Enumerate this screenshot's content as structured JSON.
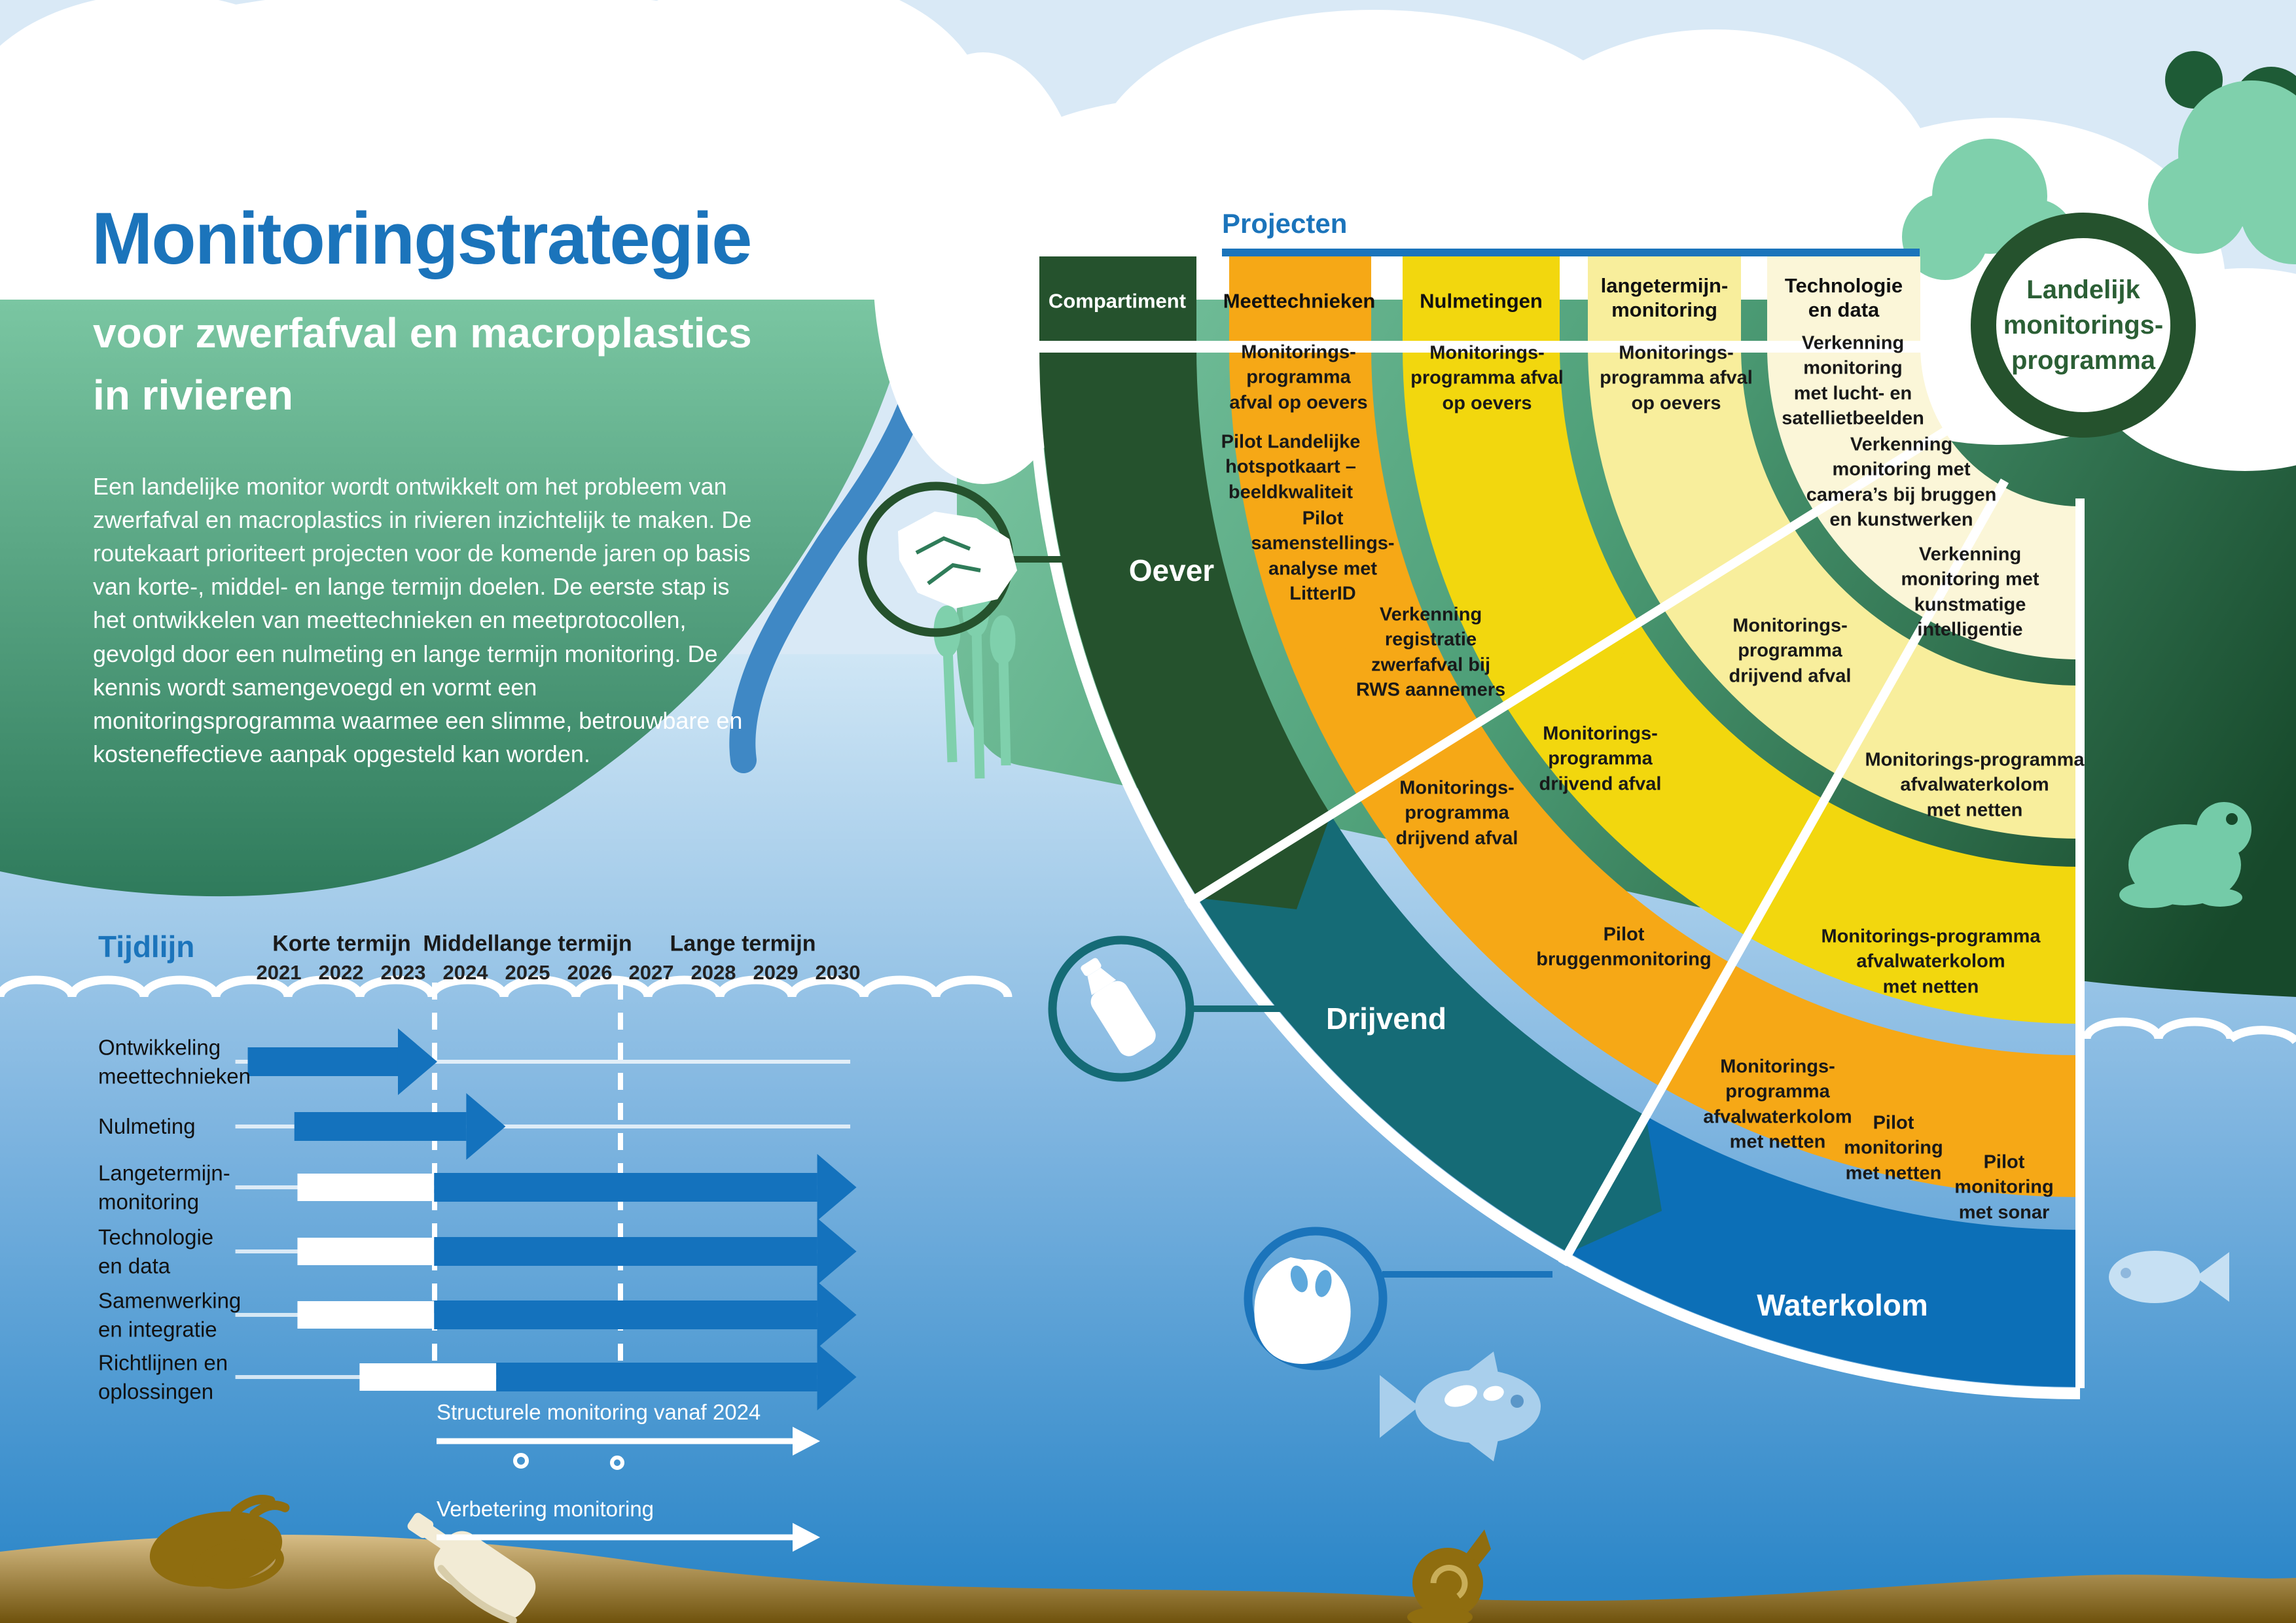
{
  "palette": {
    "accent_blue": "#1b74bb",
    "dark_green": "#25522d",
    "teal": "#156b76",
    "water_blue": "#0c6fb7",
    "orange": "#f6a816",
    "yellow": "#f2d70e",
    "light_yellow": "#f8ee9c",
    "lightest_yellow": "#fbf6d8",
    "hill_green": "#4e9f78",
    "sand": "#8f6d0f"
  },
  "header": {
    "title": "Monitoringstrategie",
    "subtitle": [
      "voor zwerfafval en macroplastics",
      "in rivieren"
    ],
    "intro": "Een landelijke monitor wordt ontwikkelt om het probleem van zwerfafval en macroplastics in rivieren inzichtelijk te maken. De routekaart prioriteert projecten voor de komende jaren op basis van korte-, middel- en lange termijn doelen. De eerste stap is het ontwikkelen van meettechnieken en meetprotocollen, gevolgd door een nulmeting en lange termijn monitoring. De kennis wordt samengevoegd en vormt een monitoringsprogramma waarmee een slimme, betrouwbare en kosteneffectieve aanpak opgesteld kan worden."
  },
  "projects": {
    "heading": "Projecten",
    "columns": [
      "Compartiment",
      "Meettechnieken",
      "Nulmetingen",
      "langetermijn-\nmonitoring",
      "Technologie\nen data"
    ],
    "compartments": [
      "Oever",
      "Drijvend",
      "Waterkolom"
    ],
    "center_label": "Landelijk\nmonitorings-\nprogramma",
    "meettechnieken": {
      "oever": [
        "Monitorings-\nprogramma\nafval op oevers",
        "Pilot Landelijke\nhotspotkaart –\nbeeldkwaliteit",
        "Pilot\nsamenstellings-\nanalyse met\nLitterID",
        "Verkenning\nregistratie\nzwerfafval bij\nRWS aannemers"
      ],
      "drijvend": [
        "Monitorings-\nprogramma\ndrijvend afval",
        "Pilot\nbruggenmonitoring"
      ],
      "waterkolom": [
        "Monitorings-\nprogramma\nafvalwaterkolom\nmet netten",
        "Pilot\nmonitoring\nmet netten",
        "Pilot\nmonitoring\nmet sonar"
      ]
    },
    "nulmetingen": {
      "oever": [
        "Monitorings-\nprogramma afval\nop oevers"
      ],
      "drijvend": [
        "Monitorings-\nprogramma\ndrijvend afval"
      ],
      "waterkolom": [
        "Monitorings-programma\nafvalwaterkolom\nmet netten"
      ]
    },
    "langetermijn": {
      "oever": [
        "Monitorings-\nprogramma afval\nop oevers"
      ],
      "drijvend": [
        "Monitorings-\nprogramma\ndrijvend afval"
      ],
      "waterkolom": [
        "Monitorings-programma\nafvalwaterkolom\nmet netten"
      ]
    },
    "technologie": {
      "oever": [
        "Verkenning\nmonitoring\nmet lucht- en\nsatellietbeelden"
      ],
      "drijvend": [
        "Verkenning\nmonitoring met\ncamera’s bij bruggen\nen kunstwerken"
      ],
      "waterkolom": [
        "Verkenning\nmonitoring met\nkunstmatige\nintelligentie"
      ]
    }
  },
  "timeline": {
    "heading": "Tijdlijn",
    "terms": [
      "Korte termijn",
      "Middellange termijn",
      "Lange termijn"
    ],
    "years": [
      "2021",
      "2022",
      "2023",
      "2024",
      "2025",
      "2026",
      "2027",
      "2028",
      "2029",
      "2030"
    ],
    "rows": [
      "Ontwikkeling\nmeettechnieken",
      "Nulmeting",
      "Langetermijn-\nmonitoring",
      "Technologie\nen data",
      "Samenwerking\nen integratie",
      "Richtlijnen en\noplossingen"
    ],
    "footer": [
      "Structurele monitoring vanaf 2024",
      "Verbetering monitoring"
    ]
  },
  "chart_data": [
    {
      "type": "gantt",
      "title": "Tijdlijn",
      "x": [
        2021,
        2022,
        2023,
        2024,
        2025,
        2026,
        2027,
        2028,
        2029,
        2030
      ],
      "period_groups": [
        {
          "label": "Korte termijn",
          "span": [
            2021,
            2023
          ]
        },
        {
          "label": "Middellange termijn",
          "span": [
            2024,
            2026
          ]
        },
        {
          "label": "Lange termijn",
          "span": [
            2027,
            2030
          ]
        }
      ],
      "rows": [
        {
          "label": "Ontwikkeling meettechnieken",
          "segments": [
            {
              "kind": "baseline",
              "from": 2020.3,
              "to": 2030.2
            },
            {
              "kind": "arrow",
              "from": 2020.5,
              "to": 2023.55
            }
          ]
        },
        {
          "label": "Nulmeting",
          "segments": [
            {
              "kind": "baseline",
              "from": 2020.3,
              "to": 2030.2
            },
            {
              "kind": "arrow",
              "from": 2021.25,
              "to": 2024.65
            }
          ]
        },
        {
          "label": "Langetermijn-monitoring",
          "segments": [
            {
              "kind": "baseline",
              "from": 2020.3,
              "to": 2030.2
            },
            {
              "kind": "whitebar",
              "from": 2021.3,
              "to": 2023.5
            },
            {
              "kind": "arrow",
              "from": 2023.5,
              "to": 2030.3
            }
          ]
        },
        {
          "label": "Technologie en data",
          "segments": [
            {
              "kind": "baseline",
              "from": 2020.3,
              "to": 2030.2
            },
            {
              "kind": "whitebar",
              "from": 2021.3,
              "to": 2023.5
            },
            {
              "kind": "arrow",
              "from": 2023.5,
              "to": 2030.3
            }
          ]
        },
        {
          "label": "Samenwerking en integratie",
          "segments": [
            {
              "kind": "baseline",
              "from": 2020.3,
              "to": 2030.2
            },
            {
              "kind": "whitebar",
              "from": 2021.3,
              "to": 2023.5
            },
            {
              "kind": "arrow",
              "from": 2023.5,
              "to": 2030.3
            }
          ]
        },
        {
          "label": "Richtlijnen en oplossingen",
          "segments": [
            {
              "kind": "baseline",
              "from": 2020.3,
              "to": 2030.2
            },
            {
              "kind": "whitebar",
              "from": 2022.3,
              "to": 2024.5
            },
            {
              "kind": "arrow",
              "from": 2024.5,
              "to": 2030.3
            }
          ]
        }
      ],
      "annotations": [
        "Structurele monitoring vanaf 2024",
        "Verbetering monitoring"
      ]
    },
    {
      "type": "table",
      "title": "Projecten",
      "columns": [
        "Compartiment",
        "Meettechnieken",
        "Nulmetingen",
        "langetermijn-monitoring",
        "Technologie en data"
      ],
      "rows": [
        {
          "Compartiment": "Oever",
          "Meettechnieken": [
            "Monitorings-programma afval op oevers",
            "Pilot Landelijke hotspotkaart – beeldkwaliteit",
            "Pilot samenstellings-analyse met LitterID",
            "Verkenning registratie zwerfafval bij RWS aannemers"
          ],
          "Nulmetingen": [
            "Monitorings-programma afval op oevers"
          ],
          "langetermijn-monitoring": [
            "Monitorings-programma afval op oevers"
          ],
          "Technologie en data": [
            "Verkenning monitoring met lucht- en satellietbeelden"
          ]
        },
        {
          "Compartiment": "Drijvend",
          "Meettechnieken": [
            "Monitorings-programma drijvend afval",
            "Pilot bruggenmonitoring"
          ],
          "Nulmetingen": [
            "Monitorings-programma drijvend afval"
          ],
          "langetermijn-monitoring": [
            "Monitorings-programma drijvend afval"
          ],
          "Technologie en data": [
            "Verkenning monitoring met camera’s bij bruggen en kunstwerken"
          ]
        },
        {
          "Compartiment": "Waterkolom",
          "Meettechnieken": [
            "Monitorings-programma afvalwaterkolom met netten",
            "Pilot monitoring met netten",
            "Pilot monitoring met sonar"
          ],
          "Nulmetingen": [
            "Monitorings-programma afvalwaterkolom met netten"
          ],
          "langetermijn-monitoring": [
            "Monitorings-programma afvalwaterkolom met netten"
          ],
          "Technologie en data": [
            "Verkenning monitoring met kunstmatige intelligentie"
          ]
        }
      ],
      "center_label": "Landelijk monitorings-programma"
    }
  ]
}
